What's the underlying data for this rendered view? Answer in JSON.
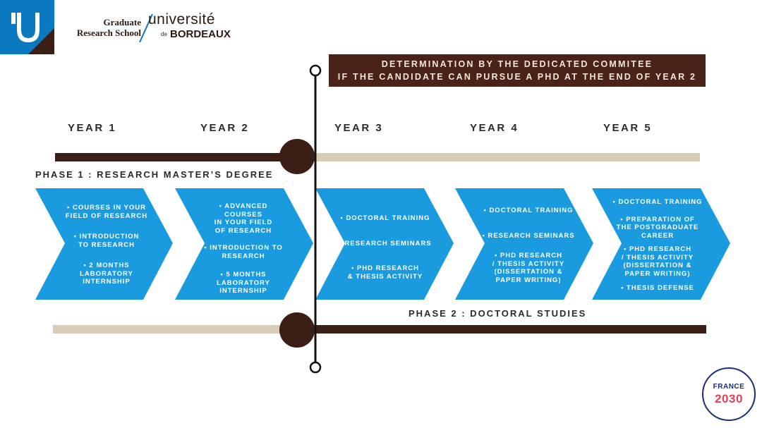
{
  "header": {
    "logo_letter": "U",
    "school_line1": "Graduate",
    "school_line2": "Research School",
    "university_word": "université",
    "university_de": "de",
    "university_city": "BORDEAUX"
  },
  "banner": {
    "line1": "DETERMINATION BY THE DEDICATED COMMITEE",
    "line2": "IF THE CANDIDATE CAN PURSUE A PHD AT THE END OF YEAR 2"
  },
  "years": [
    "YEAR 1",
    "YEAR 2",
    "YEAR 3",
    "YEAR 4",
    "YEAR 5"
  ],
  "phase1_label": "PHASE 1 : RESEARCH MASTER’S DEGREE",
  "phase2_label": "PHASE 2 : DOCTORAL STUDIES",
  "chevrons": [
    {
      "items": [
        "• COURSES IN YOUR\nFIELD OF RESEARCH",
        "• INTRODUCTION\nTO RESEARCH",
        "• 2 MONTHS\nLABORATORY\nINTERNSHIP"
      ]
    },
    {
      "items": [
        "• ADVANCED COURSES\nIN YOUR FIELD\nOF RESEARCH",
        "• INTRODUCTION TO\nRESEARCH",
        "• 5 MONTHS\nLABORATORY\nINTERNSHIP"
      ]
    },
    {
      "items": [
        "• DOCTORAL TRAINING",
        "• RESEARCH SEMINARS",
        "• PHD RESEARCH\n& THESIS ACTIVITY"
      ]
    },
    {
      "items": [
        "• DOCTORAL TRAINING",
        "• RESEARCH SEMINARS",
        "• PHD RESEARCH\n/ THESIS ACTIVITY\n(DISSERTATION &\nPAPER WRITING)"
      ]
    },
    {
      "items": [
        "• DOCTORAL TRAINING",
        "• PREPARATION OF\nTHE POSTGRADUATE\nCAREER",
        "• PHD RESEARCH\n/ THESIS ACTIVITY\n(DISSERTATION &\nPAPER WRITING)",
        "• THESIS DEFENSE"
      ]
    }
  ],
  "badge": {
    "line1": "FRANCE",
    "line2": "2030"
  },
  "colors": {
    "blue": "#1a9be0",
    "dark_brown": "#3b1f17",
    "beige": "#d8cdb4",
    "banner_bg": "#4a2218"
  }
}
